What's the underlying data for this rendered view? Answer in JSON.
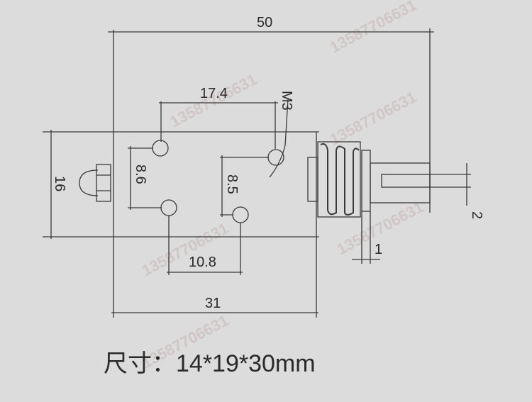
{
  "dimensions": {
    "overall_length": "50",
    "hole_spacing_top": "17.4",
    "thread_label": "M3",
    "body_height": "16",
    "left_hole_spacing": "8.6",
    "right_hole_spacing": "8.5",
    "bottom_hole_spacing": "10.8",
    "body_length": "31",
    "shaft_width": "2",
    "washer_thickness": "1"
  },
  "caption": "尺寸：14*19*30mm",
  "watermark": "13587706631",
  "colors": {
    "background": "#dcdcdc",
    "line": "#3a3a3a",
    "watermark": "#c8b4b4"
  }
}
